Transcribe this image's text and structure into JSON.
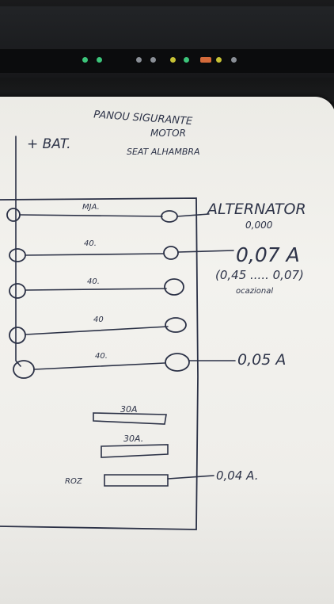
{
  "photo": {
    "subject": "handwritten fuse panel sketch on paper in front of laptop screen"
  },
  "taskbar": {
    "icon_colors": [
      "#3cc57a",
      "#3cc57a",
      "#8a8f96",
      "#8a8f96",
      "#c7c235",
      "#3cc57a",
      "#d36a3a",
      "#c7c235",
      "#8a8f96"
    ]
  },
  "note": {
    "title_line1": "PANOU SIGURANTE",
    "title_line2": "MOTOR",
    "title_line3": "SEAT ALHAMBRA",
    "battery_label": "+ BAT.",
    "fuses": [
      {
        "rating": "MJA.",
        "reading": "ALTERNATOR",
        "subreading": "0,000"
      },
      {
        "rating": "40.",
        "reading": "0,07 A",
        "subreading": "(0,45 ..... 0,07)",
        "note": "ocazional"
      },
      {
        "rating": "40.",
        "reading": "",
        "subreading": ""
      },
      {
        "rating": "40",
        "reading": "",
        "subreading": ""
      },
      {
        "rating": "40.",
        "reading": "0,05 A",
        "subreading": ""
      }
    ],
    "small_fuses": [
      {
        "rating": "30A",
        "label": "",
        "reading": ""
      },
      {
        "rating": "30A.",
        "label": "",
        "reading": ""
      },
      {
        "rating": "",
        "label": "ROZ",
        "reading": "0,04 A."
      }
    ]
  }
}
